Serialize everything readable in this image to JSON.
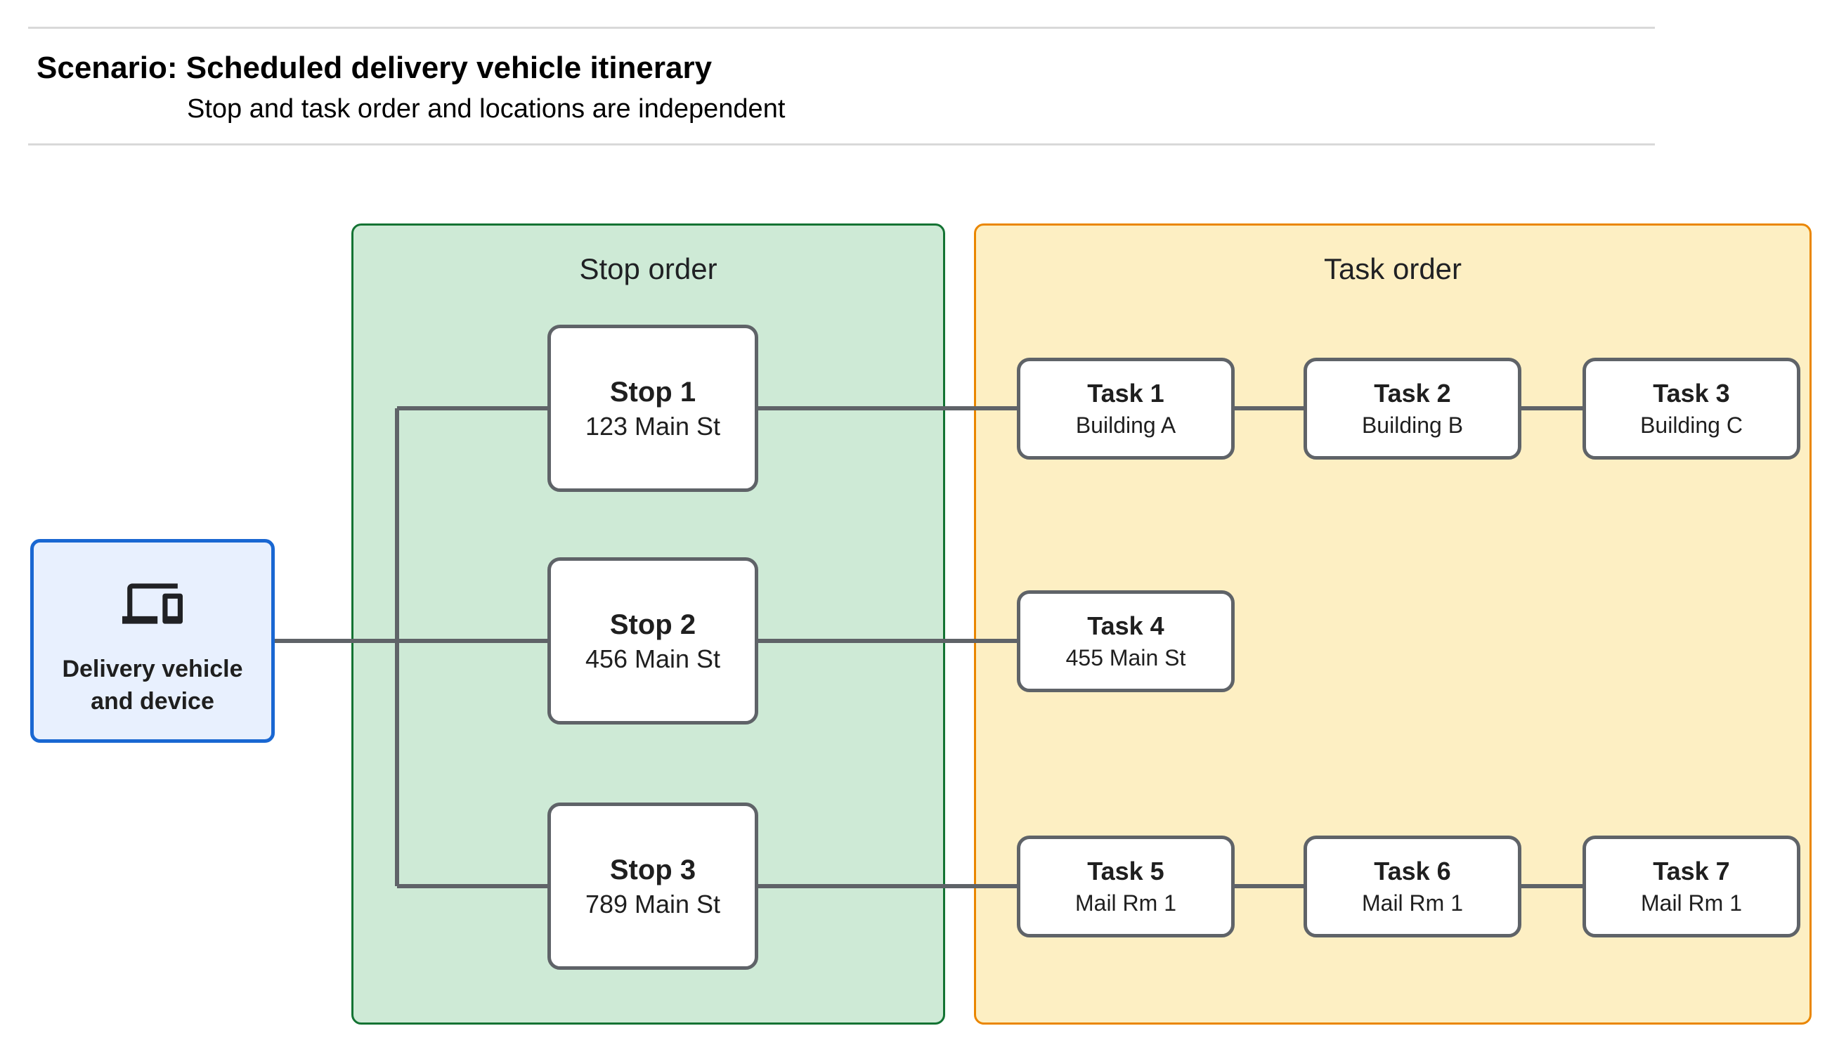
{
  "header": {
    "title_prefix": "Scenario:",
    "title": "Scheduled delivery vehicle itinerary",
    "subtitle": "Stop and task order and locations are independent"
  },
  "panels": {
    "stop": {
      "title": "Stop order"
    },
    "task": {
      "title": "Task order"
    }
  },
  "vehicle": {
    "label": "Delivery vehicle and device",
    "icon": "devices-icon"
  },
  "stops": [
    {
      "name": "Stop 1",
      "location": "123 Main St"
    },
    {
      "name": "Stop 2",
      "location": "456 Main St"
    },
    {
      "name": "Stop 3",
      "location": "789 Main St"
    }
  ],
  "tasks": {
    "row1": [
      {
        "name": "Task 1",
        "location": "Building A"
      },
      {
        "name": "Task 2",
        "location": "Building B"
      },
      {
        "name": "Task 3",
        "location": "Building C"
      }
    ],
    "row2": [
      {
        "name": "Task 4",
        "location": "455 Main St"
      }
    ],
    "row3": [
      {
        "name": "Task 5",
        "location": "Mail Rm 1"
      },
      {
        "name": "Task 6",
        "location": "Mail Rm 1"
      },
      {
        "name": "Task 7",
        "location": "Mail Rm 1"
      }
    ]
  },
  "colors": {
    "stop_panel_fill": "#ceead6",
    "stop_panel_border": "#137333",
    "task_panel_fill": "#fdefc3",
    "task_panel_border": "#ea8600",
    "vehicle_fill": "#e8f0fe",
    "vehicle_border": "#1967d2",
    "node_border": "#5f6368",
    "connector": "#5f6368",
    "text": "#202124",
    "rule": "#d9d9d9"
  }
}
